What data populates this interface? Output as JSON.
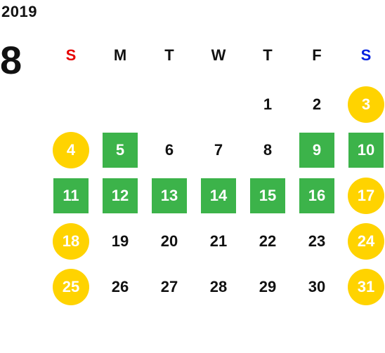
{
  "header": {
    "year": "2019",
    "month": "8"
  },
  "weekdays": [
    {
      "label": "S",
      "color": "#e60000"
    },
    {
      "label": "M",
      "color": "#111111"
    },
    {
      "label": "T",
      "color": "#111111"
    },
    {
      "label": "W",
      "color": "#111111"
    },
    {
      "label": "T",
      "color": "#111111"
    },
    {
      "label": "F",
      "color": "#111111"
    },
    {
      "label": "S",
      "color": "#0020e0"
    }
  ],
  "colors": {
    "holiday_green": "#3cb34a",
    "weekend_yellow": "#ffd300"
  },
  "days": [
    {
      "label": "1",
      "type": "normal"
    },
    {
      "label": "2",
      "type": "normal"
    },
    {
      "label": "3",
      "type": "weekend"
    },
    {
      "label": "4",
      "type": "weekend"
    },
    {
      "label": "5",
      "type": "holiday"
    },
    {
      "label": "6",
      "type": "normal"
    },
    {
      "label": "7",
      "type": "normal"
    },
    {
      "label": "8",
      "type": "normal"
    },
    {
      "label": "9",
      "type": "holiday"
    },
    {
      "label": "10",
      "type": "holiday"
    },
    {
      "label": "11",
      "type": "holiday"
    },
    {
      "label": "12",
      "type": "holiday"
    },
    {
      "label": "13",
      "type": "holiday"
    },
    {
      "label": "14",
      "type": "holiday"
    },
    {
      "label": "15",
      "type": "holiday"
    },
    {
      "label": "16",
      "type": "holiday"
    },
    {
      "label": "17",
      "type": "weekend"
    },
    {
      "label": "18",
      "type": "weekend"
    },
    {
      "label": "19",
      "type": "normal"
    },
    {
      "label": "20",
      "type": "normal"
    },
    {
      "label": "21",
      "type": "normal"
    },
    {
      "label": "22",
      "type": "normal"
    },
    {
      "label": "23",
      "type": "normal"
    },
    {
      "label": "24",
      "type": "weekend"
    },
    {
      "label": "25",
      "type": "weekend"
    },
    {
      "label": "26",
      "type": "normal"
    },
    {
      "label": "27",
      "type": "normal"
    },
    {
      "label": "28",
      "type": "normal"
    },
    {
      "label": "29",
      "type": "normal"
    },
    {
      "label": "30",
      "type": "normal"
    },
    {
      "label": "31",
      "type": "weekend"
    }
  ]
}
